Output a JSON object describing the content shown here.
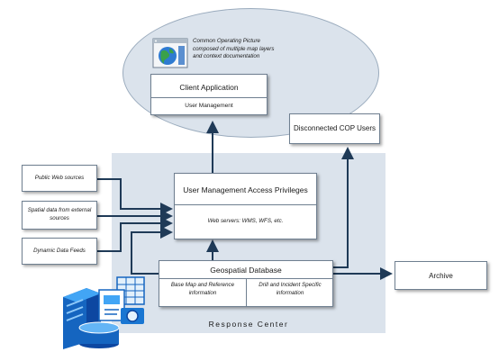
{
  "colors": {
    "region_fill": "#dbe3ec",
    "connector": "#1f3a57",
    "box_border": "#6f7f90",
    "server_blue": "#1565c0",
    "server_light": "#42a5f5"
  },
  "cop": {
    "description": "Common Operating Picture composed of multiple map layers and context documentation",
    "icon": "map-globe-window-icon"
  },
  "client_application": {
    "title": "Client Application",
    "sub": "User Management"
  },
  "disconnected_users": {
    "title": "Disconnected COP Users"
  },
  "sources": [
    {
      "label": "Public Web sources"
    },
    {
      "label": "Spatial data from external sources"
    },
    {
      "label": "Dynamic Data Feeds"
    }
  ],
  "user_management": {
    "title": "User Management Access Privileges",
    "sub": "Web servers: WMS, WFS, etc."
  },
  "geospatial_db": {
    "title": "Geospatial Database",
    "left": "Base Map and Reference information",
    "right": "Drill and Incident Specific information"
  },
  "archive": {
    "title": "Archive"
  },
  "response_center": {
    "label": "Response Center",
    "icon": "server-database-icon"
  }
}
